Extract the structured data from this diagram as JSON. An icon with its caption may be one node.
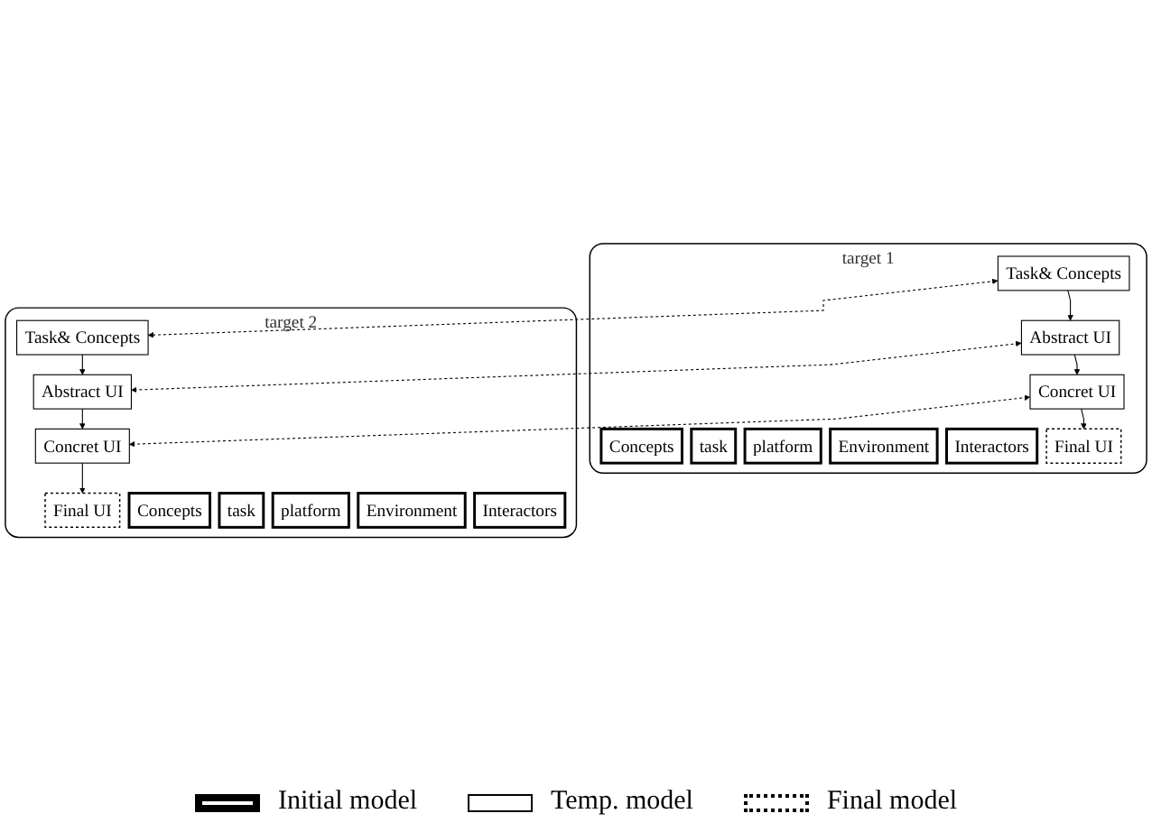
{
  "diagram": {
    "nodes": [
      {
        "text": [
          "target 1"
        ]
      },
      {
        "text": [
          "Concepts"
        ],
        "in": 0
      },
      {
        "text": [
          "task"
        ],
        "in": 0
      },
      {
        "text": [
          "platform"
        ],
        "in": 0
      },
      {
        "text": [
          "Environment"
        ],
        "in": 0
      },
      {
        "text": [
          "Interactors"
        ],
        "in": 0
      },
      {
        "text": [
          "Task& Concepts"
        ],
        "in": 0
      },
      {
        "text": [
          "Abstract UI"
        ],
        "in": 0
      },
      {
        "text": [
          "Concret UI"
        ],
        "in": 0
      },
      {
        "text": [
          "Final UI"
        ],
        "in": 0
      },
      {
        "text": [
          "target 2"
        ]
      },
      {
        "text": [
          "Task& Concepts"
        ],
        "in": 10
      },
      {
        "text": [
          "Abstract UI"
        ],
        "in": 10
      },
      {
        "text": [
          "Concret UI"
        ],
        "in": 10
      },
      {
        "text": [
          "Final UI"
        ],
        "in": 10
      },
      {
        "text": [
          "Concepts"
        ],
        "in": 10
      },
      {
        "text": [
          "task"
        ],
        "in": 10
      },
      {
        "text": [
          "platform"
        ],
        "in": 10
      },
      {
        "text": [
          "Environment"
        ],
        "in": 10
      },
      {
        "text": [
          "Interactors"
        ],
        "in": 10
      }
    ],
    "edges": [
      {
        "from": 6,
        "to": 7,
        "arrow": "to"
      },
      {
        "from": 7,
        "to": 8,
        "arrow": "to"
      },
      {
        "from": 8,
        "to": 9,
        "arrow": "to"
      },
      {
        "from": 11,
        "to": 12,
        "arrow": "to"
      },
      {
        "from": 12,
        "to": 13,
        "arrow": "to"
      },
      {
        "from": 13,
        "to": 14,
        "arrow": "to"
      },
      {
        "from": 6,
        "to": 11,
        "arrow": "both",
        "style": "dashed"
      },
      {
        "from": 7,
        "to": 12,
        "arrow": "both",
        "style": "dashed"
      },
      {
        "from": 8,
        "to": 13,
        "arrow": "both",
        "style": "dashed"
      }
    ],
    "legend": [
      {
        "text": "Initial model"
      },
      {
        "text": "Temp. model"
      },
      {
        "text": "Final model"
      }
    ]
  }
}
